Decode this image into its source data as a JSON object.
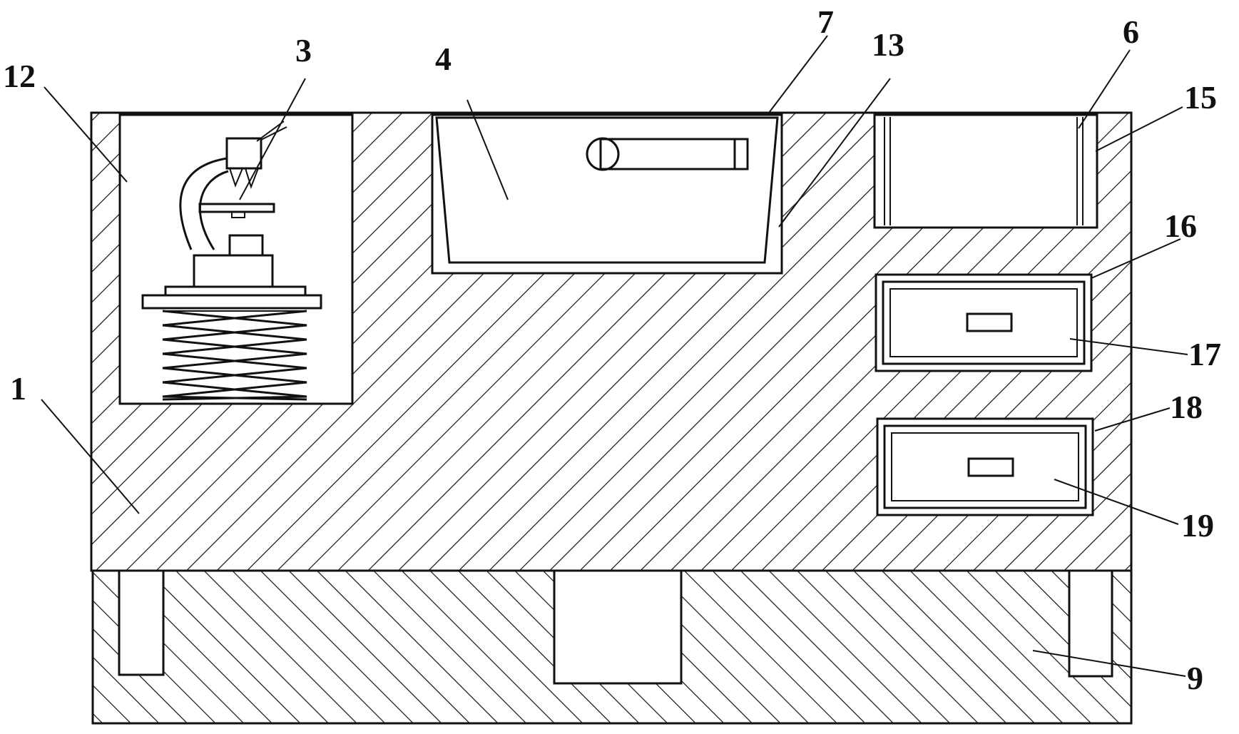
{
  "labels": {
    "l1": "1",
    "l3": "3",
    "l4": "4",
    "l6": "6",
    "l7": "7",
    "l9": "9",
    "l12": "12",
    "l13": "13",
    "l15": "15",
    "l16": "16",
    "l17": "17",
    "l18": "18",
    "l19": "19"
  },
  "colors": {
    "line": "#111111",
    "background": "#ffffff"
  }
}
